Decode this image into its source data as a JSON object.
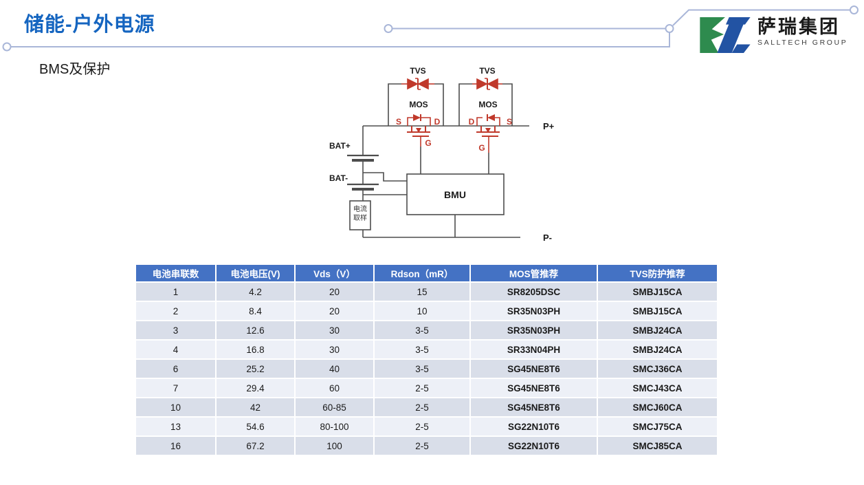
{
  "page": {
    "title": "储能-户外电源",
    "subtitle": "BMS及保护"
  },
  "logo": {
    "brand_cn": "萨瑞集团",
    "brand_en": "SALLTECH GROUP"
  },
  "diagram": {
    "tvs": "TVS",
    "mos": "MOS",
    "s": "S",
    "d": "D",
    "g": "G",
    "bat_plus": "BAT+",
    "bat_minus": "BAT-",
    "bmu": "BMU",
    "current_sense_l1": "电流",
    "current_sense_l2": "取样",
    "p_plus": "P+",
    "p_minus": "P-"
  },
  "table": {
    "headers": [
      "电池串联数",
      "电池电压(V)",
      "Vds（V）",
      "Rdson（mR）",
      "MOS管推荐",
      "TVS防护推荐"
    ],
    "rows": [
      [
        "1",
        "4.2",
        "20",
        "15",
        "SR8205DSC",
        "SMBJ15CA"
      ],
      [
        "2",
        "8.4",
        "20",
        "10",
        "SR35N03PH",
        "SMBJ15CA"
      ],
      [
        "3",
        "12.6",
        "30",
        "3-5",
        "SR35N03PH",
        "SMBJ24CA"
      ],
      [
        "4",
        "16.8",
        "30",
        "3-5",
        "SR33N04PH",
        "SMBJ24CA"
      ],
      [
        "6",
        "25.2",
        "40",
        "3-5",
        "SG45NE8T6",
        "SMCJ36CA"
      ],
      [
        "7",
        "29.4",
        "60",
        "2-5",
        "SG45NE8T6",
        "SMCJ43CA"
      ],
      [
        "10",
        "42",
        "60-85",
        "2-5",
        "SG45NE8T6",
        "SMCJ60CA"
      ],
      [
        "13",
        "54.6",
        "80-100",
        "2-5",
        "SG22N10T6",
        "SMCJ75CA"
      ],
      [
        "16",
        "67.2",
        "100",
        "2-5",
        "SG22N10T6",
        "SMCJ85CA"
      ]
    ]
  },
  "colors": {
    "title_blue": "#1565c0",
    "table_header_blue": "#4472c4",
    "part_number_red": "#e00000",
    "circuit_red": "#c0392b",
    "wire_gray": "#4d4d4d",
    "deco_line": "#a9b6d8",
    "row_odd": "#d9dee9",
    "row_even": "#edf0f7",
    "logo_green": "#2e8b4e",
    "logo_blue": "#2253a3"
  }
}
